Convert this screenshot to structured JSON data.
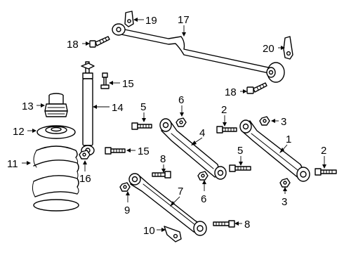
{
  "callouts": {
    "c17": "17",
    "c19": "19",
    "c18_top": "18",
    "c20": "20",
    "c18_mid": "18",
    "c15_top": "15",
    "c13": "13",
    "c14": "14",
    "c12": "12",
    "c11": "11",
    "c16": "16",
    "c15_bot": "15",
    "c5_left": "5",
    "c6_top": "6",
    "c4": "4",
    "c2_top": "2",
    "c3_top": "3",
    "c1": "1",
    "c5_right": "5",
    "c2_right": "2",
    "c3_bot": "3",
    "c8_top": "8",
    "c7": "7",
    "c9": "9",
    "c6_bot": "6",
    "c10": "10",
    "c8_bot": "8"
  }
}
